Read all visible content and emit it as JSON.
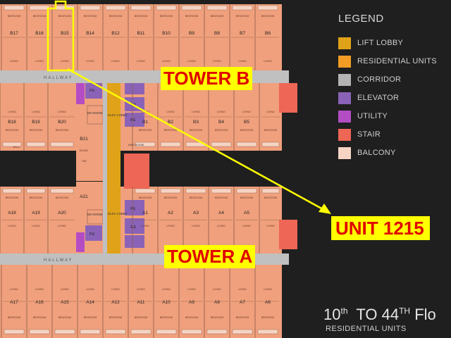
{
  "legend": {
    "title": "LEGEND",
    "items": [
      {
        "label": "LIFT LOBBY",
        "color": "#e0a218"
      },
      {
        "label": "RESIDENTIAL UNITS",
        "color": "#f39c24"
      },
      {
        "label": "CORRIDOR",
        "color": "#b4b4b4"
      },
      {
        "label": "ELEVATOR",
        "color": "#8a63b8"
      },
      {
        "label": "UTILITY",
        "color": "#b44dc4"
      },
      {
        "label": "STAIR",
        "color": "#ee6655"
      },
      {
        "label": "BALCONY",
        "color": "#f6d4c4"
      }
    ]
  },
  "colors": {
    "unit": "#f0a07c",
    "unit_line": "#8a5a48",
    "corridor": "#c0c0c0",
    "lift_lobby": "#e0a218",
    "elevator": "#8a63b8",
    "utility": "#b44dc4",
    "stair": "#ee6655",
    "balcony": "#f6d4c4",
    "highlight": "#ffff00",
    "badge_text": "#e00000"
  },
  "annotations": {
    "tower_b": "TOWER B",
    "tower_a": "TOWER A",
    "unit": "UNIT 1215"
  },
  "hallway_label": "HALLWAY",
  "units": {
    "tower_b_top": [
      "B17",
      "B16",
      "B15",
      "B14",
      "B12",
      "B11",
      "B10",
      "B9",
      "B8",
      "B7",
      "B6"
    ],
    "tower_b_bottom": [
      "B18",
      "B19",
      "B20",
      "B1",
      "B2",
      "B3",
      "B4",
      "B5"
    ],
    "tower_b_core": [
      "B21"
    ],
    "tower_a_top": [
      "A18",
      "A19",
      "A20",
      "A1",
      "A2",
      "A3",
      "A4",
      "A5"
    ],
    "tower_a_core": [
      "A21"
    ],
    "tower_a_bottom": [
      "A17",
      "A16",
      "A15",
      "A14",
      "A12",
      "A11",
      "A10",
      "A9",
      "A8",
      "A7",
      "A6"
    ]
  },
  "rooms": {
    "bedroom": "BEDROOM",
    "living": "LIVING",
    "dining": "DINING",
    "toilet": "T&B",
    "balcony": "BALC.",
    "ee_room": "EE ROOM",
    "elev_lobby": "ELEV LOBBY",
    "pe": "P.E",
    "se": "S.E",
    "ahu": "AHU ROOM"
  },
  "floor": {
    "start_num": "10",
    "start_sup": "th",
    "to": "TO 44",
    "end_sup": "TH",
    "rest": "Flo",
    "subtitle": "RESIDENTIAL UNITS"
  }
}
